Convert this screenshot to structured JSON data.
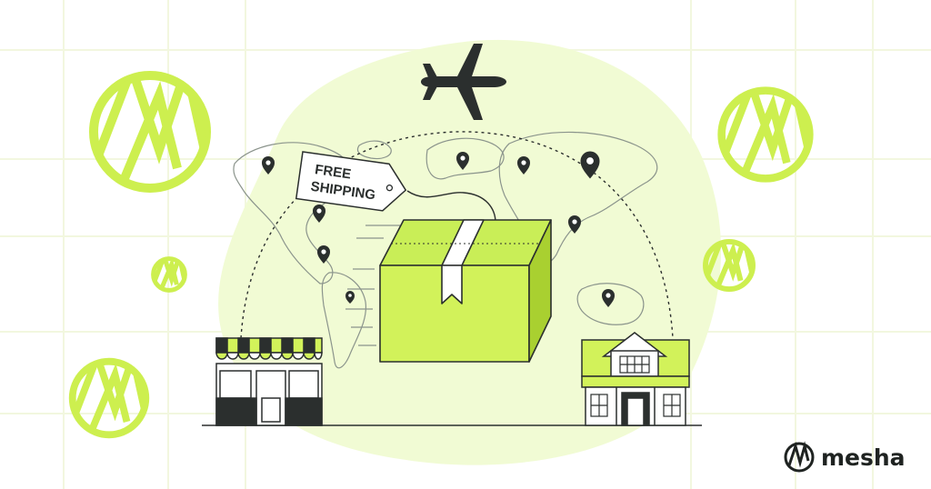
{
  "tag": {
    "line1": "FREE",
    "line2": "SHIPPING"
  },
  "brand": {
    "name": "mesha",
    "logo_icon": "mesha-logo-icon"
  },
  "icons": [
    "airplane-icon",
    "location-pin-icon",
    "parcel-box-icon",
    "storefront-icon",
    "house-icon"
  ],
  "colors": {
    "accent": "#d2f25a",
    "accent_dark": "#b5db34",
    "ink": "#2b2f2e",
    "blob": "#f1fbd4",
    "grid": "#f3f8e2"
  }
}
